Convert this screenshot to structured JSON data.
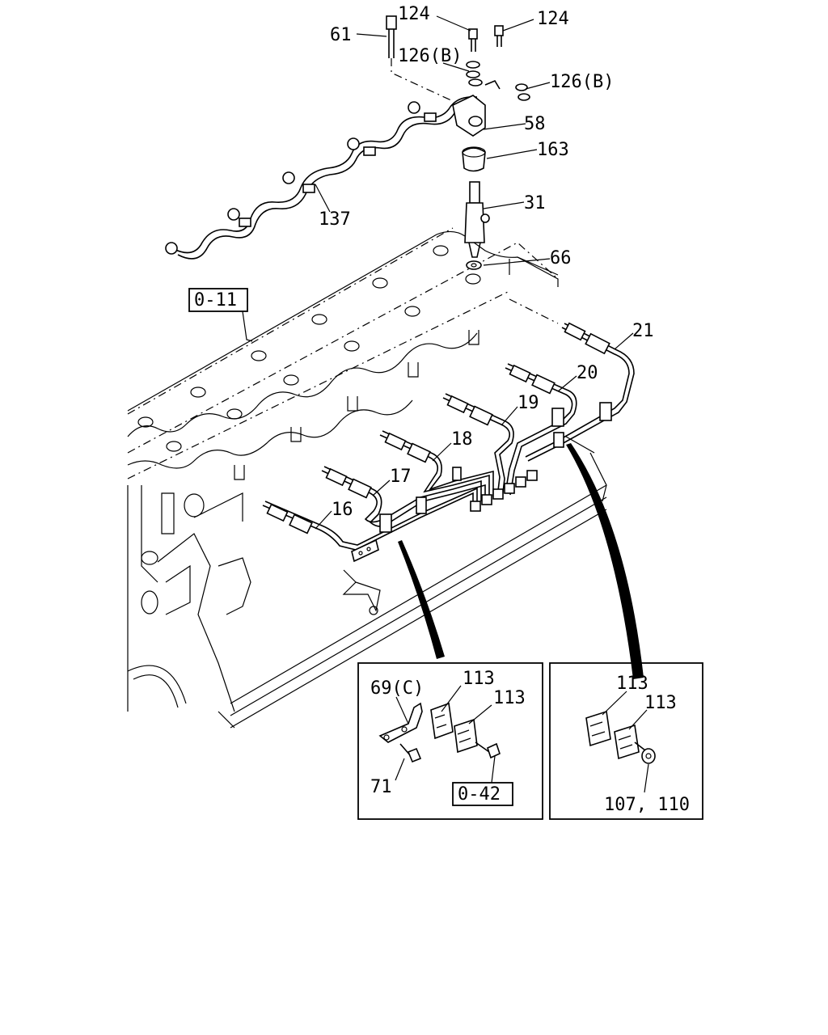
{
  "diagram": {
    "callouts": {
      "c61": "61",
      "c124a": "124",
      "c124b": "124",
      "c126b_a": "126(B)",
      "c126b_b": "126(B)",
      "c58": "58",
      "c163": "163",
      "c31": "31",
      "c137": "137",
      "c66": "66",
      "c21": "21",
      "c20": "20",
      "c19": "19",
      "c18": "18",
      "c17": "17",
      "c16": "16"
    },
    "refs": {
      "r011": "0-11",
      "r042": "0-42"
    },
    "inset_left": {
      "c69c": "69(C)",
      "c113a": "113",
      "c113b": "113",
      "c71": "71"
    },
    "inset_right": {
      "c113a": "113",
      "c113b": "113",
      "c107110": "107, 110"
    }
  }
}
